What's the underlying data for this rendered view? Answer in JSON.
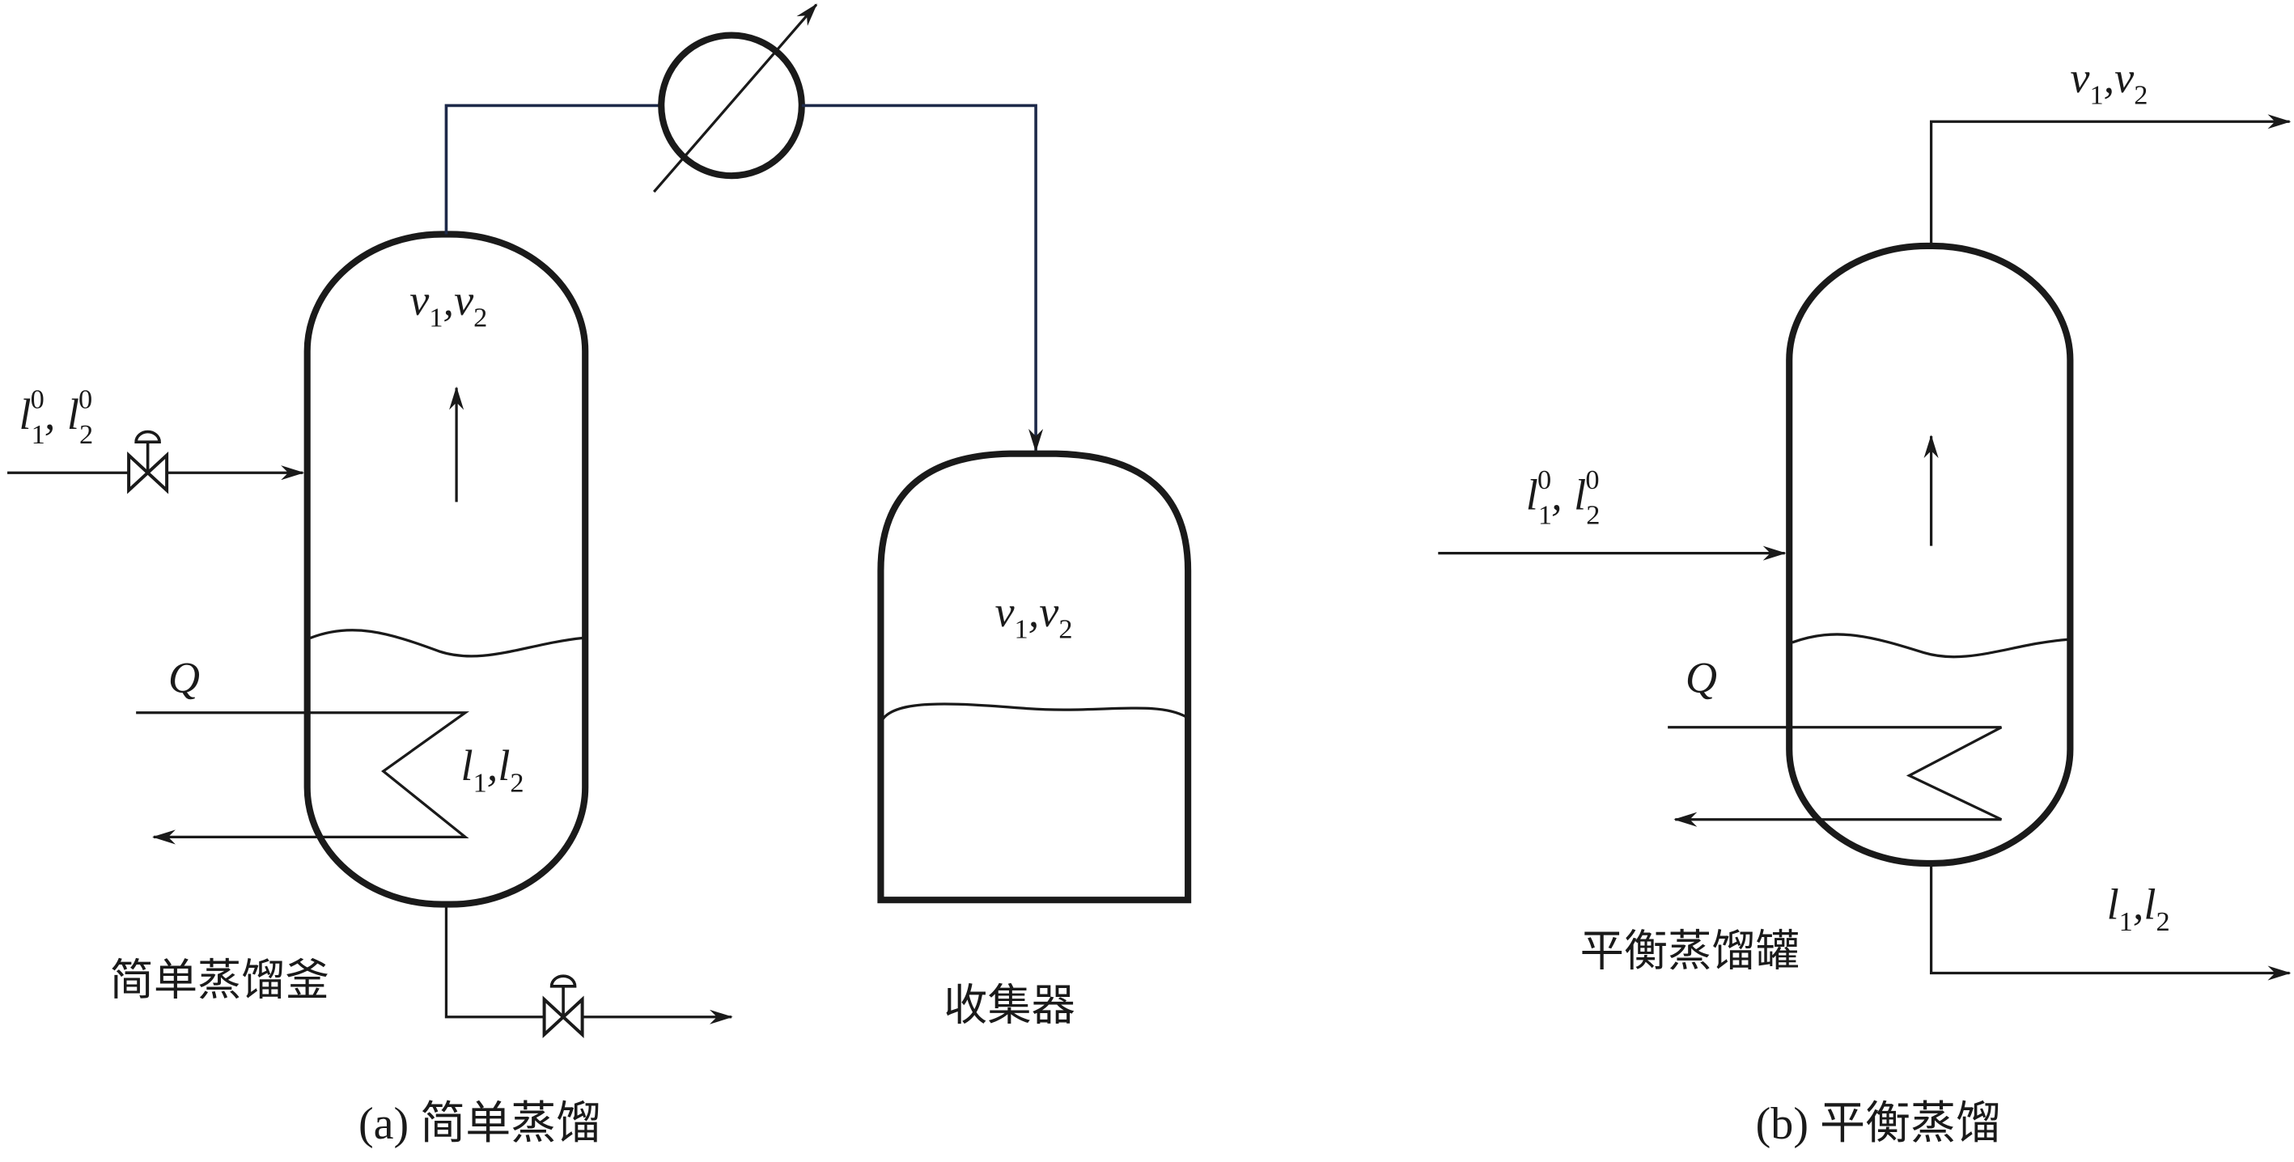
{
  "panel_a": {
    "caption": "(a) 简单蒸馏",
    "still_label": "简单蒸馏釜",
    "collector_label": "收集器",
    "feed": {
      "l1": "l",
      "l1_sub": "1",
      "l1_sup": "0",
      "l2": "l",
      "l2_sub": "2",
      "l2_sup": "0",
      "sep": ","
    },
    "vapor": {
      "v1": "v",
      "v1_sub": "1",
      "v2": "v",
      "v2_sub": "2",
      "sep": ","
    },
    "liquid": {
      "l1": "l",
      "l1_sub": "1",
      "l2": "l",
      "l2_sub": "2",
      "sep": ","
    },
    "heat": "Q",
    "collector_vapor": {
      "v1": "v",
      "v1_sub": "1",
      "v2": "v",
      "v2_sub": "2",
      "sep": ","
    }
  },
  "panel_b": {
    "caption": "(b) 平衡蒸馏",
    "vessel_label": "平衡蒸馏罐",
    "feed": {
      "l1": "l",
      "l1_sub": "1",
      "l1_sup": "0",
      "l2": "l",
      "l2_sub": "2",
      "l2_sup": "0",
      "sep": ","
    },
    "vapor_out": {
      "v1": "v",
      "v1_sub": "1",
      "v2": "v",
      "v2_sub": "2",
      "sep": ","
    },
    "liquid_out": {
      "l1": "l",
      "l1_sub": "1",
      "l2": "l",
      "l2_sub": "2",
      "sep": ","
    },
    "heat": "Q"
  }
}
